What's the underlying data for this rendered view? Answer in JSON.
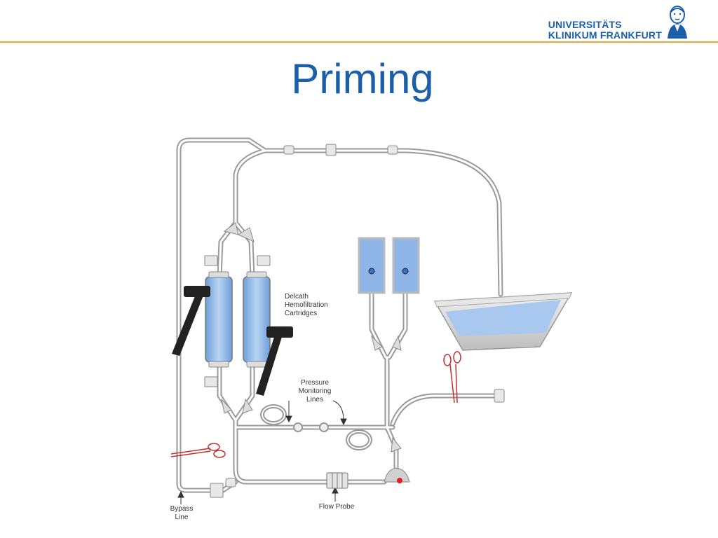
{
  "header": {
    "logo_line1": "UNIVERSITÄTS",
    "logo_line2": "KLINIKUM FRANKFURT",
    "title": "Priming"
  },
  "diagram": {
    "labels": {
      "cartridges_1": "Delcath",
      "cartridges_2": "Hemofiltration",
      "cartridges_3": "Cartridges",
      "pressure_1": "Pressure",
      "pressure_2": "Monitoring",
      "pressure_3": "Lines",
      "bypass_1": "Bypass",
      "bypass_2": "Line",
      "flow_probe": "Flow Probe"
    }
  },
  "colors": {
    "brand_blue": "#1a5fa8",
    "rule_orange": "#f0a830",
    "fluid_blue": "#a8c8f0",
    "clamp_red": "#c03030"
  }
}
